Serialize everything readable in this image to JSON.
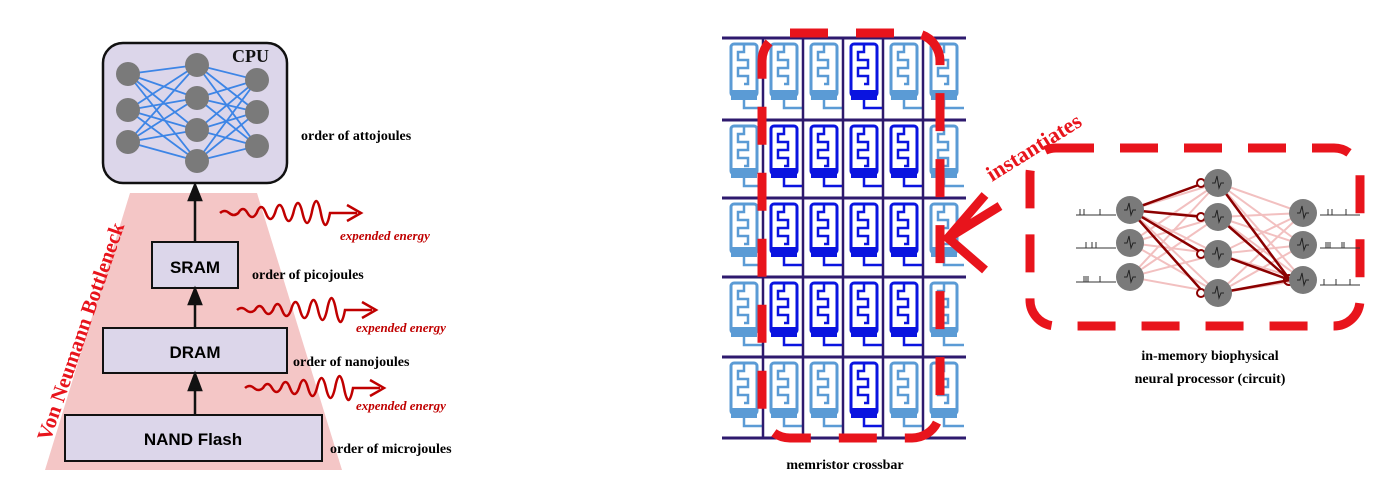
{
  "left": {
    "cpu_label": "CPU",
    "bottleneck_label": "Von Neumann Bottleneck",
    "memories": [
      {
        "label": "SRAM",
        "energy": "order of picojoules"
      },
      {
        "label": "DRAM",
        "energy": "order of nanojoules"
      },
      {
        "label": "NAND Flash",
        "energy": "order of microjoules"
      }
    ],
    "cpu_energy": "order of attojoules",
    "expended_energy": [
      "expended energy",
      "expended energy",
      "expended energy"
    ]
  },
  "right": {
    "crossbar_caption": "memristor crossbar",
    "arrow_label": "instantiates",
    "processor_caption_line1": "in-memory biophysical",
    "processor_caption_line2": "neural processor (circuit)"
  },
  "colors": {
    "red": "#e8141c",
    "dark_red": "#c00000",
    "cell_light": "#5b9bd5",
    "cell_dark": "#0a14e0",
    "wire": "#2e1a6e",
    "box_fill": "#dcd6ea",
    "trapezoid": "#f4c6c6",
    "synapse": "#8b0000"
  }
}
